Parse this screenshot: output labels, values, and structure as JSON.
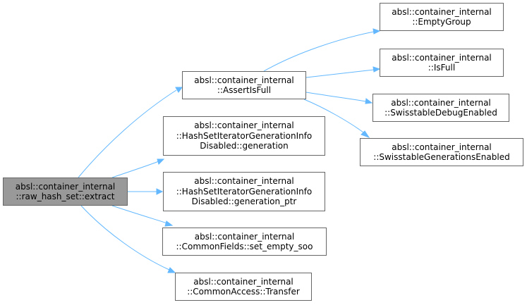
{
  "root": {
    "lines": [
      "absl::container_internal",
      "::raw_hash_set::extract"
    ],
    "color": "#999999"
  },
  "nodes": [
    {
      "id": "assert-is-full",
      "lines": [
        "absl::container_internal",
        "::AssertIsFull"
      ]
    },
    {
      "id": "generation",
      "lines": [
        "absl::container_internal",
        "::HashSetIteratorGenerationInfo",
        "Disabled::generation"
      ]
    },
    {
      "id": "generation-ptr",
      "lines": [
        "absl::container_internal",
        "::HashSetIteratorGenerationInfo",
        "Disabled::generation_ptr"
      ]
    },
    {
      "id": "set-empty-soo",
      "lines": [
        "absl::container_internal",
        "::CommonFields::set_empty_soo"
      ]
    },
    {
      "id": "transfer",
      "lines": [
        "absl::container_internal",
        "::CommonAccess::Transfer"
      ]
    },
    {
      "id": "empty-group",
      "lines": [
        "absl::container_internal",
        "::EmptyGroup"
      ]
    },
    {
      "id": "is-full",
      "lines": [
        "absl::container_internal",
        "::IsFull"
      ]
    },
    {
      "id": "swisstable-debug-enabled",
      "lines": [
        "absl::container_internal",
        "::SwisstableDebugEnabled"
      ]
    },
    {
      "id": "swisstable-generations-enabled",
      "lines": [
        "absl::container_internal",
        "::SwisstableGenerationsEnabled"
      ]
    }
  ],
  "edge_color": "#63b8ff"
}
